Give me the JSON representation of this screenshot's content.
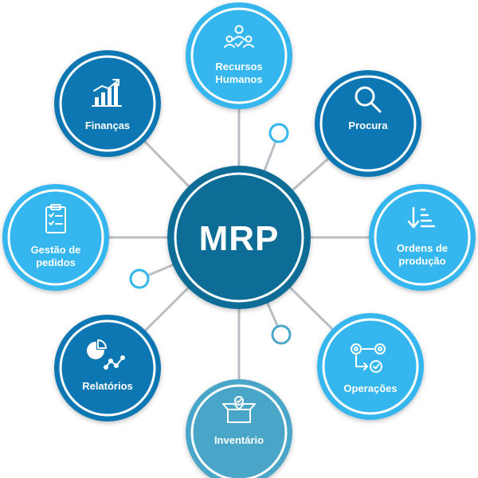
{
  "center": {
    "label": "MRP",
    "color": "#0f6d96"
  },
  "nodes": {
    "recursos_humanos": {
      "line1": "Recursos",
      "line2": "Humanos",
      "icon": "people-network-icon",
      "color": "#34b6ee"
    },
    "procura": {
      "line1": "Procura",
      "icon": "magnifier-icon",
      "color": "#0f77b4"
    },
    "ordens_producao": {
      "line1": "Ordens de",
      "line2": "produção",
      "icon": "sort-descending-icon",
      "color": "#34b6ee"
    },
    "operacoes": {
      "line1": "Operações",
      "icon": "gears-flow-icon",
      "color": "#34b6ee"
    },
    "inventario": {
      "line1": "Inventário",
      "icon": "open-box-icon",
      "color": "#4aa6c9"
    },
    "relatorios": {
      "line1": "Relatórios",
      "icon": "pie-trend-icon",
      "color": "#0f77b4"
    },
    "gestao_pedidos": {
      "line1": "Gestão de",
      "line2": "pedidos",
      "icon": "clipboard-check-icon",
      "color": "#34b6ee"
    },
    "financas": {
      "line1": "Finanças",
      "icon": "bar-growth-icon",
      "color": "#0f77b4"
    }
  },
  "colors": {
    "connector": "#b9bec3",
    "ring": "#ffffff",
    "small_node_stroke": "#34b6ee"
  }
}
